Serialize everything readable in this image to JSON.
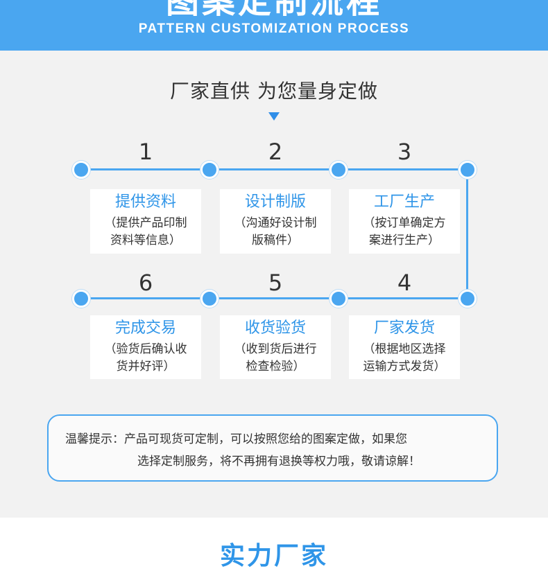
{
  "header": {
    "title": "图案定制流程",
    "subtitle": "PATTERN CUSTOMIZATION PROCESS"
  },
  "tagline": "厂家直供 为您量身定做",
  "steps": [
    {
      "number": "1",
      "title": "提供资料",
      "desc_line1": "（提供产品印制",
      "desc_line2": "资料等信息）"
    },
    {
      "number": "2",
      "title": "设计制版",
      "desc_line1": "（沟通好设计制",
      "desc_line2": "版稿件）"
    },
    {
      "number": "3",
      "title": "工厂生产",
      "desc_line1": "（按订单确定方",
      "desc_line2": "案进行生产）"
    },
    {
      "number": "4",
      "title": "厂家发货",
      "desc_line1": "（根据地区选择",
      "desc_line2": "运输方式发货）"
    },
    {
      "number": "5",
      "title": "收货验货",
      "desc_line1": "（收到货后进行",
      "desc_line2": "检查检验）"
    },
    {
      "number": "6",
      "title": "完成交易",
      "desc_line1": "（验货后确认收",
      "desc_line2": "货并好评）"
    }
  ],
  "notice": {
    "line1": "温馨提示：产品可现货可定制，可以按照您给的图案定做，如果您",
    "line2": "选择定制服务，将不再拥有退换等权力哦，敬请谅解！"
  },
  "footer": {
    "title": "实力厂家"
  },
  "colors": {
    "accent": "#4aa6f0",
    "title_blue": "#2f95e8",
    "panel_bg": "#f2f2f2",
    "text": "#333333"
  }
}
